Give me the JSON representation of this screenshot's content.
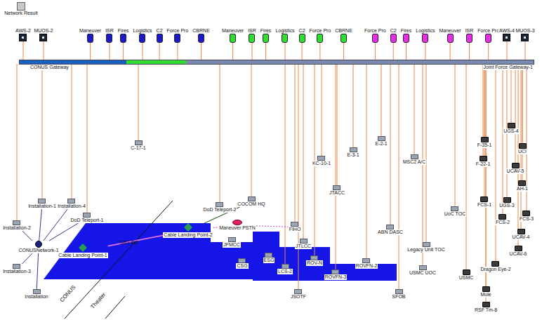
{
  "diagram": {
    "nodes": [
      {
        "text": [
          "Network Result"
        ]
      },
      {
        "text": [
          "AWS-2"
        ]
      },
      {
        "text": [
          "MUOS-2"
        ]
      },
      {
        "text": [
          "Maneuver"
        ]
      },
      {
        "text": [
          "ISR"
        ]
      },
      {
        "text": [
          "Fires"
        ]
      },
      {
        "text": [
          "Logistics"
        ]
      },
      {
        "text": [
          "C2"
        ]
      },
      {
        "text": [
          "Force Pro"
        ]
      },
      {
        "text": [
          "CBRNE"
        ]
      },
      {
        "text": [
          "Maneuver"
        ]
      },
      {
        "text": [
          "ISR"
        ]
      },
      {
        "text": [
          "Fires"
        ]
      },
      {
        "text": [
          "Logistics"
        ]
      },
      {
        "text": [
          "C2"
        ]
      },
      {
        "text": [
          "Force Pro"
        ]
      },
      {
        "text": [
          "CBRNE"
        ]
      },
      {
        "text": [
          "Force Pro"
        ]
      },
      {
        "text": [
          "C2"
        ]
      },
      {
        "text": [
          "Fires"
        ]
      },
      {
        "text": [
          "Logistics"
        ]
      },
      {
        "text": [
          "Maneuver"
        ]
      },
      {
        "text": [
          "ISR"
        ]
      },
      {
        "text": [
          "Force Pro"
        ]
      },
      {
        "text": [
          "AWS-4"
        ]
      },
      {
        "text": [
          "MUOS-3"
        ]
      },
      {
        "text": [
          "CONUS Gateway",
          "Joint Force Gateway-1"
        ]
      },
      {
        "text": [
          "Installation-2"
        ]
      },
      {
        "text": [
          "Installation-1"
        ]
      },
      {
        "text": [
          "Installation-4"
        ]
      },
      {
        "text": [
          "DoD Teleport-1"
        ]
      },
      {
        "text": [
          "CONUSNetwork-1"
        ]
      },
      {
        "text": [
          "Installation-3"
        ]
      },
      {
        "text": [
          "Installation"
        ]
      },
      {
        "text": [
          "Cable Landing Point-1"
        ]
      },
      {
        "text": [
          "C-17-1"
        ]
      },
      {
        "text": [
          "DoD Teleport-2"
        ]
      },
      {
        "text": [
          "COCOM HQ"
        ]
      },
      {
        "text": [
          "Cable Landing Point-2"
        ]
      },
      {
        "text": [
          "Maneuver PSTN"
        ]
      },
      {
        "text": [
          "JFMCC"
        ]
      },
      {
        "text": [
          "CSG"
        ]
      },
      {
        "text": [
          "ESG"
        ]
      },
      {
        "text": [
          "FIHO"
        ]
      },
      {
        "text": [
          "JTLCC"
        ]
      },
      {
        "text": [
          "LCS-2"
        ]
      },
      {
        "text": [
          "ROV-N"
        ]
      },
      {
        "text": [
          "ROVFN-3"
        ]
      },
      {
        "text": [
          "ROVFN-2"
        ]
      },
      {
        "text": [
          "JSOTF"
        ]
      },
      {
        "text": [
          "KC-10-1"
        ]
      },
      {
        "text": [
          "E-3-1"
        ]
      },
      {
        "text": [
          "JTACC"
        ]
      },
      {
        "text": [
          "E-2-1"
        ]
      },
      {
        "text": [
          "MSC2 A/C"
        ]
      },
      {
        "text": [
          "ABN DASC"
        ]
      },
      {
        "text": [
          "SFOB"
        ]
      },
      {
        "text": [
          "Legacy Unit TOC"
        ]
      },
      {
        "text": [
          "UoC TOC"
        ]
      },
      {
        "text": [
          "USMC UOC"
        ]
      },
      {
        "text": [
          "USMC"
        ]
      },
      {
        "text": [
          "Mule"
        ]
      },
      {
        "text": [
          "RSF Tm-8"
        ]
      },
      {
        "text": [
          "UGS-4"
        ]
      },
      {
        "text": [
          "F-35-1"
        ]
      },
      {
        "text": [
          "UCI"
        ]
      },
      {
        "text": [
          "F-22-1"
        ]
      },
      {
        "text": [
          "UCAV-5"
        ]
      },
      {
        "text": [
          "AH-1"
        ]
      },
      {
        "text": [
          "FCS-1"
        ]
      },
      {
        "text": [
          "UGS-3"
        ]
      },
      {
        "text": [
          "FCS-3"
        ]
      },
      {
        "text": [
          "FCS-2"
        ]
      },
      {
        "text": [
          "UCAV-4"
        ]
      },
      {
        "text": [
          "UCAV-6"
        ]
      },
      {
        "text": [
          "Dragon Eye-2"
        ]
      }
    ],
    "edges": [
      {
        "from": 1,
        "to": 26,
        "arrow": "none"
      },
      {
        "from": 2,
        "to": 26,
        "arrow": "none"
      },
      {
        "from": 3,
        "to": 26,
        "arrow": "none"
      },
      {
        "from": 4,
        "to": 26,
        "arrow": "none"
      },
      {
        "from": 5,
        "to": 26,
        "arrow": "none"
      },
      {
        "from": 6,
        "to": 26,
        "arrow": "none"
      },
      {
        "from": 7,
        "to": 26,
        "arrow": "none"
      },
      {
        "from": 8,
        "to": 26,
        "arrow": "none"
      },
      {
        "from": 9,
        "to": 26,
        "arrow": "none"
      },
      {
        "from": 10,
        "to": 26,
        "arrow": "none"
      },
      {
        "from": 11,
        "to": 26,
        "arrow": "none"
      },
      {
        "from": 12,
        "to": 26,
        "arrow": "none"
      },
      {
        "from": 13,
        "to": 26,
        "arrow": "none"
      },
      {
        "from": 14,
        "to": 26,
        "arrow": "none"
      },
      {
        "from": 15,
        "to": 26,
        "arrow": "none"
      },
      {
        "from": 16,
        "to": 26,
        "arrow": "none"
      },
      {
        "from": 17,
        "to": 26,
        "arrow": "none"
      },
      {
        "from": 18,
        "to": 26,
        "arrow": "none"
      },
      {
        "from": 19,
        "to": 26,
        "arrow": "none"
      },
      {
        "from": 20,
        "to": 26,
        "arrow": "none"
      },
      {
        "from": 21,
        "to": 26,
        "arrow": "none"
      },
      {
        "from": 22,
        "to": 26,
        "arrow": "none"
      },
      {
        "from": 23,
        "to": 26,
        "arrow": "none"
      },
      {
        "from": 24,
        "to": 26,
        "arrow": "none"
      },
      {
        "from": 25,
        "to": 26,
        "arrow": "none"
      },
      {
        "from": 26,
        "to": 27,
        "arrow": "none"
      },
      {
        "from": 26,
        "to": 28,
        "arrow": "none"
      },
      {
        "from": 26,
        "to": 29,
        "arrow": "none"
      },
      {
        "from": 26,
        "to": 30,
        "arrow": "none"
      },
      {
        "from": 26,
        "to": 35,
        "arrow": "none"
      },
      {
        "from": 26,
        "to": 36,
        "arrow": "none"
      },
      {
        "from": 26,
        "to": 37,
        "arrow": "none"
      },
      {
        "from": 26,
        "to": 43,
        "arrow": "none"
      },
      {
        "from": 26,
        "to": 44,
        "arrow": "none"
      },
      {
        "from": 26,
        "to": 45,
        "arrow": "none"
      },
      {
        "from": 26,
        "to": 46,
        "arrow": "none"
      },
      {
        "from": 26,
        "to": 47,
        "arrow": "none"
      },
      {
        "from": 26,
        "to": 48,
        "arrow": "none"
      },
      {
        "from": 26,
        "to": 49,
        "arrow": "none"
      },
      {
        "from": 26,
        "to": 50,
        "arrow": "none"
      },
      {
        "from": 26,
        "to": 51,
        "arrow": "none"
      },
      {
        "from": 26,
        "to": 52,
        "arrow": "none"
      },
      {
        "from": 26,
        "to": 53,
        "arrow": "none"
      },
      {
        "from": 26,
        "to": 54,
        "arrow": "none"
      },
      {
        "from": 26,
        "to": 55,
        "arrow": "none"
      },
      {
        "from": 26,
        "to": 56,
        "arrow": "none"
      },
      {
        "from": 26,
        "to": 57,
        "arrow": "none"
      },
      {
        "from": 26,
        "to": 58,
        "arrow": "none"
      },
      {
        "from": 26,
        "to": 59,
        "arrow": "none"
      },
      {
        "from": 26,
        "to": 60,
        "arrow": "none"
      },
      {
        "from": 26,
        "to": 61,
        "arrow": "none"
      },
      {
        "from": 26,
        "to": 62,
        "arrow": "none"
      },
      {
        "from": 26,
        "to": 63,
        "arrow": "none"
      },
      {
        "from": 26,
        "to": 64,
        "arrow": "none"
      },
      {
        "from": 26,
        "to": 65,
        "arrow": "none"
      },
      {
        "from": 26,
        "to": 66,
        "arrow": "none"
      },
      {
        "from": 26,
        "to": 67,
        "arrow": "none"
      },
      {
        "from": 26,
        "to": 68,
        "arrow": "none"
      },
      {
        "from": 26,
        "to": 69,
        "arrow": "none"
      },
      {
        "from": 26,
        "to": 70,
        "arrow": "none"
      },
      {
        "from": 26,
        "to": 71,
        "arrow": "none"
      },
      {
        "from": 26,
        "to": 72,
        "arrow": "none"
      },
      {
        "from": 26,
        "to": 73,
        "arrow": "none"
      },
      {
        "from": 26,
        "to": 74,
        "arrow": "none"
      },
      {
        "from": 26,
        "to": 75,
        "arrow": "none"
      },
      {
        "from": 31,
        "to": 27,
        "arrow": "none"
      },
      {
        "from": 31,
        "to": 28,
        "arrow": "none"
      },
      {
        "from": 31,
        "to": 29,
        "arrow": "none"
      },
      {
        "from": 31,
        "to": 30,
        "arrow": "none"
      },
      {
        "from": 31,
        "to": 32,
        "arrow": "none"
      },
      {
        "from": 31,
        "to": 33,
        "arrow": "none"
      },
      {
        "from": 31,
        "to": 34,
        "arrow": "none"
      },
      {
        "from": 34,
        "to": 38,
        "arrow": "none"
      },
      {
        "from": 38,
        "to": 37,
        "arrow": "none"
      },
      {
        "from": 36,
        "to": 37,
        "arrow": "none"
      },
      {
        "from": 38,
        "to": 39,
        "arrow": "none"
      },
      {
        "from": 39,
        "to": 43,
        "arrow": "none"
      }
    ],
    "labels": [
      "CONUS",
      "Theater",
      "SIG BE"
    ]
  }
}
